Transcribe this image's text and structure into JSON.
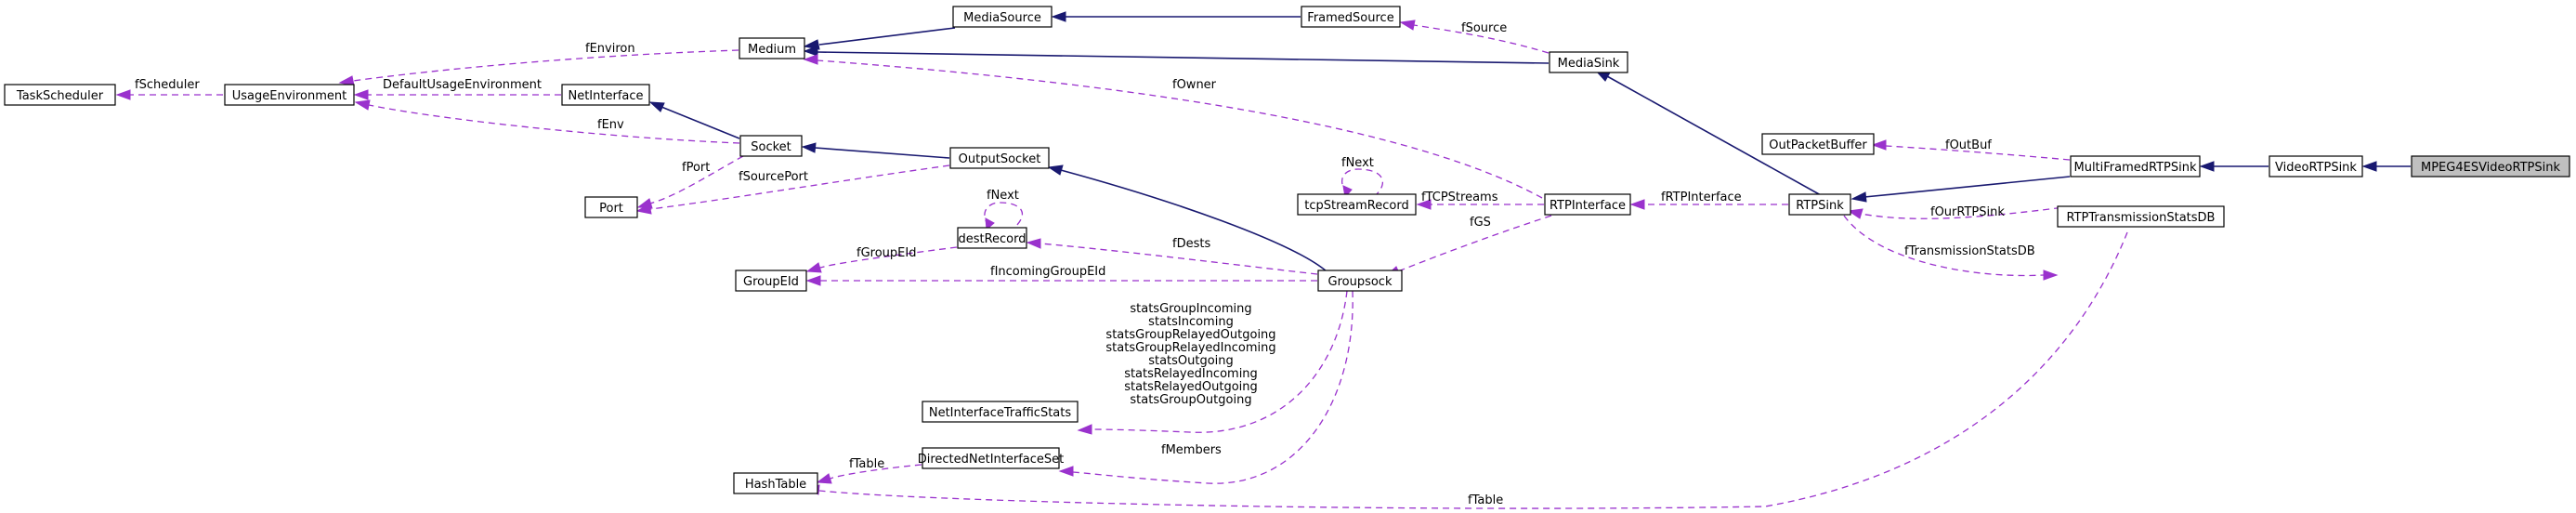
{
  "colors": {
    "inherit": "#191970",
    "use": "#9a32cd",
    "highlight": "#bfbfbf"
  },
  "nodes": {
    "taskscheduler": "TaskScheduler",
    "usageenvironment": "UsageEnvironment",
    "medium": "Medium",
    "mediasource": "MediaSource",
    "framedsource": "FramedSource",
    "mediasink": "MediaSink",
    "netinterface": "NetInterface",
    "socket": "Socket",
    "port": "Port",
    "outputsocket": "OutputSocket",
    "destrecord": "destRecord",
    "groupeid": "GroupEId",
    "groupsock": "Groupsock",
    "netinterfacetrafficstats": "NetInterfaceTrafficStats",
    "directednetinterfaceset": "DirectedNetInterfaceSet",
    "hashtable": "HashTable",
    "tcpstreamrecord": "tcpStreamRecord",
    "rtpinterface": "RTPInterface",
    "rtpsink": "RTPSink",
    "outpacketbuffer": "OutPacketBuffer",
    "multiframedrtpsink": "MultiFramedRTPSink",
    "videortpsink": "VideoRTPSink",
    "mpeg4esvideortpsink": "MPEG4ESVideoRTPSink",
    "rtptransmissionstatsdb": "RTPTransmissionStatsDB"
  },
  "edge_labels": {
    "fscheduler": "fScheduler",
    "fenviron": "fEnviron",
    "defaultusageenvironment": "DefaultUsageEnvironment",
    "fenv": "fEnv",
    "fport": "fPort",
    "fsourceport": "fSourcePort",
    "fsource": "fSource",
    "fowner": "fOwner",
    "fnext_dest": "fNext",
    "fgroupeid": "fGroupEId",
    "fdests": "fDests",
    "fincominggroupeid": "fIncomingGroupEId",
    "stats": [
      "statsGroupIncoming",
      "statsIncoming",
      "statsGroupRelayedOutgoing",
      "statsGroupRelayedIncoming",
      "statsOutgoing",
      "statsRelayedIncoming",
      "statsRelayedOutgoing",
      "statsGroupOutgoing"
    ],
    "fmembers": "fMembers",
    "ftable_dnis": "fTable",
    "ftable_stats": "fTable",
    "fnext_tcp": "fNext",
    "ftcpstreams": "fTCPStreams",
    "fgs": "fGS",
    "frtpinterface": "fRTPInterface",
    "foutbuf": "fOutBuf",
    "fourrtpsink": "fOurRTPSink",
    "ftransmissionstatsdb": "fTransmissionStatsDB"
  }
}
